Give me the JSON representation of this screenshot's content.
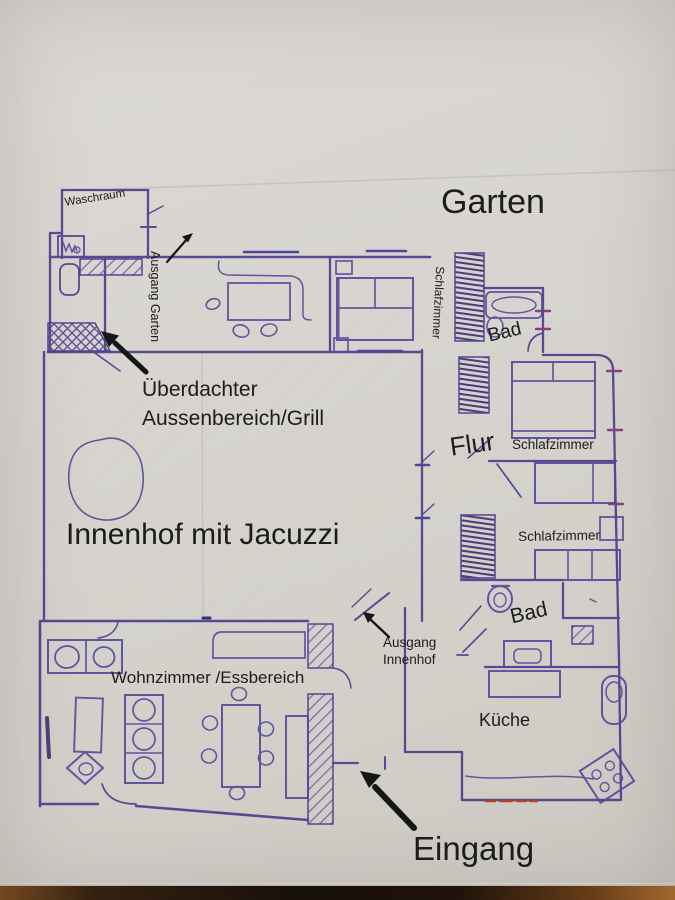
{
  "areas": {
    "garten": {
      "label": "Garten"
    },
    "waschraum": {
      "label": "Waschraum"
    },
    "aussenbereich": {
      "label_line1": "Überdachter",
      "label_line2": "Aussenbereich/Grill"
    },
    "innenhof": {
      "label": "Innenhof mit Jacuzzi"
    },
    "flur": {
      "label": "Flur"
    },
    "schlafzimmer_oben": {
      "label": "Schlafzimmer"
    },
    "schlafzimmer_mitte": {
      "label": "Schlafzimmer"
    },
    "schlafzimmer_unten": {
      "label": "Schlafzimmer"
    },
    "bad_oben": {
      "label": "Bad"
    },
    "bad_unten": {
      "label": "Bad"
    },
    "kueche": {
      "label": "Küche"
    },
    "wohnzimmer": {
      "label": "Wohnzimmer /Essbereich"
    }
  },
  "annotations": {
    "ausgang_garten": {
      "label": "Ausgang Garten"
    },
    "ausgang_innenhof": {
      "line1": "Ausgang",
      "line2": "Innenhof"
    },
    "eingang": {
      "label": "Eingang"
    }
  },
  "colors": {
    "paper": "#d8d5d0",
    "ink": "#4d3f8e",
    "annotation_black": "#1c1c1e",
    "accent_red": "#b0402e"
  }
}
